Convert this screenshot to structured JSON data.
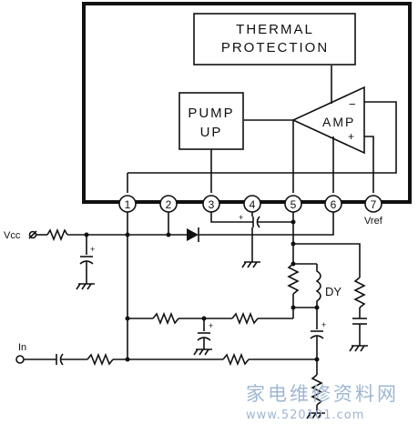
{
  "blocks": {
    "thermal_line1": "THERMAL",
    "thermal_line2": "PROTECTION",
    "pump_line1": "PUMP",
    "pump_line2": "UP",
    "amp": "AMP",
    "amp_minus": "−",
    "amp_plus": "+"
  },
  "pins": [
    "1",
    "2",
    "3",
    "4",
    "5",
    "6",
    "7"
  ],
  "labels": {
    "vcc": "Vcc",
    "vref": "Vref",
    "input": "In",
    "yoke": "DY",
    "polarity": "+"
  },
  "watermark": {
    "line1": "家电维修资料网",
    "line2": "www.520101.com"
  }
}
